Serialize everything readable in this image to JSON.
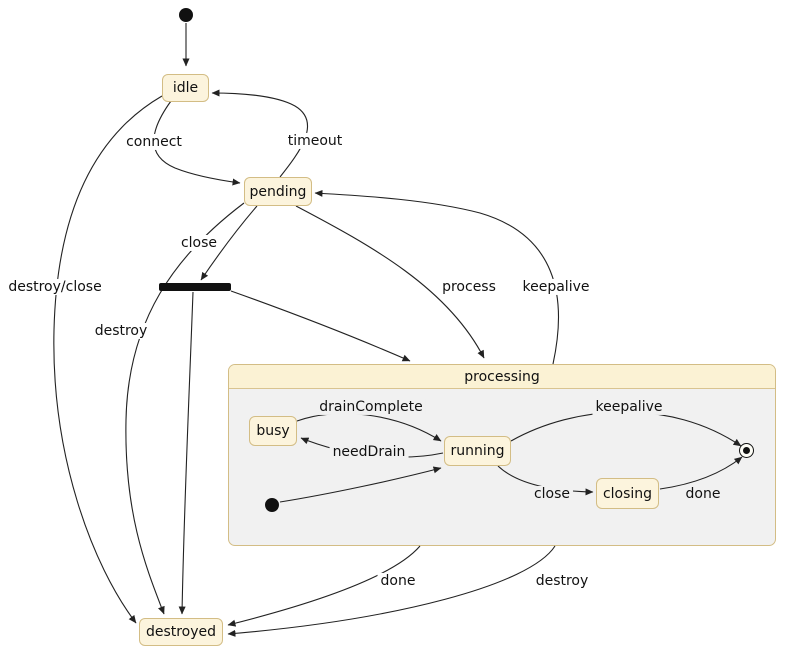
{
  "diagram": {
    "type": "state-machine",
    "nodes": {
      "idle": "idle",
      "pending": "pending",
      "processing": "processing",
      "busy": "busy",
      "running": "running",
      "closing": "closing",
      "destroyed": "destroyed"
    },
    "edge_labels": {
      "connect": "connect",
      "timeout": "timeout",
      "close": "close",
      "destroy_close": "destroy/close",
      "destroy_pending": "destroy",
      "process": "process",
      "keepalive": "keepalive",
      "drain_complete": "drainComplete",
      "need_drain": "needDrain",
      "keepalive_inner": "keepalive",
      "close_inner": "close",
      "done_inner": "done",
      "done": "done",
      "destroy_processing": "destroy"
    },
    "colors": {
      "state_fill": "#fcf4dd",
      "state_border": "#d3bd85",
      "composite_header_fill": "#fbf2d4",
      "composite_body_fill": "#f1f1f1",
      "edge_stroke": "#222222",
      "text": "#111111",
      "background": "#ffffff"
    }
  }
}
